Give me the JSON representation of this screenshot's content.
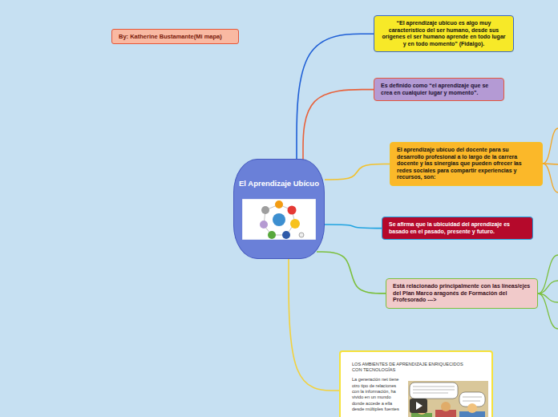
{
  "diagram": {
    "nodes": [
      {
        "text": [
          "By: Katherine Bustamante(Mi mapa)"
        ]
      },
      {
        "text": [
          "El Aprendizaje Ubícuo"
        ]
      },
      {
        "text": [
          "“El aprendizaje ubicuo es algo muy característico del ser humano, desde sus orígenes el ser humano aprende en todo lugar y en todo momento” (Fidalgo)."
        ]
      },
      {
        "text": [
          "Es definido como “el aprendizaje que se crea en cualquier lugar y momento”."
        ]
      },
      {
        "text": [
          "El aprendizaje ubícuo del docente para su desarrollo profesional a lo largo de la carrera docente y las sinergias que pueden ofrecer las redes sociales para compartir experiencias y recursos, son:"
        ]
      },
      {
        "text": [
          "Se afirma que la ubicuidad del aprendizaje es basado en el pasado, presente y futuro."
        ]
      },
      {
        "text": [
          "Está relacionado principalmente con las líneas/ejes del Plan Marco aragonés de Formación del Profesorado --->"
        ]
      },
      {
        "text": [
          "LOS AMBIENTES DE APRENDIZAJE ENRIQUECIDOS CON TECNOLOGÍAS",
          "La generación net tiene otro tipo de relaciones con la información, ha vivido en un mundo donde accede a ella desde múltiples fuentes"
        ]
      }
    ],
    "edges": [
      {
        "from": 1,
        "to": 2,
        "arrow": "none"
      },
      {
        "from": 1,
        "to": 3,
        "arrow": "none"
      },
      {
        "from": 1,
        "to": 4,
        "arrow": "none"
      },
      {
        "from": 1,
        "to": 5,
        "arrow": "none"
      },
      {
        "from": 1,
        "to": 6,
        "arrow": "none"
      },
      {
        "from": 1,
        "to": 7,
        "arrow": "none"
      }
    ]
  }
}
